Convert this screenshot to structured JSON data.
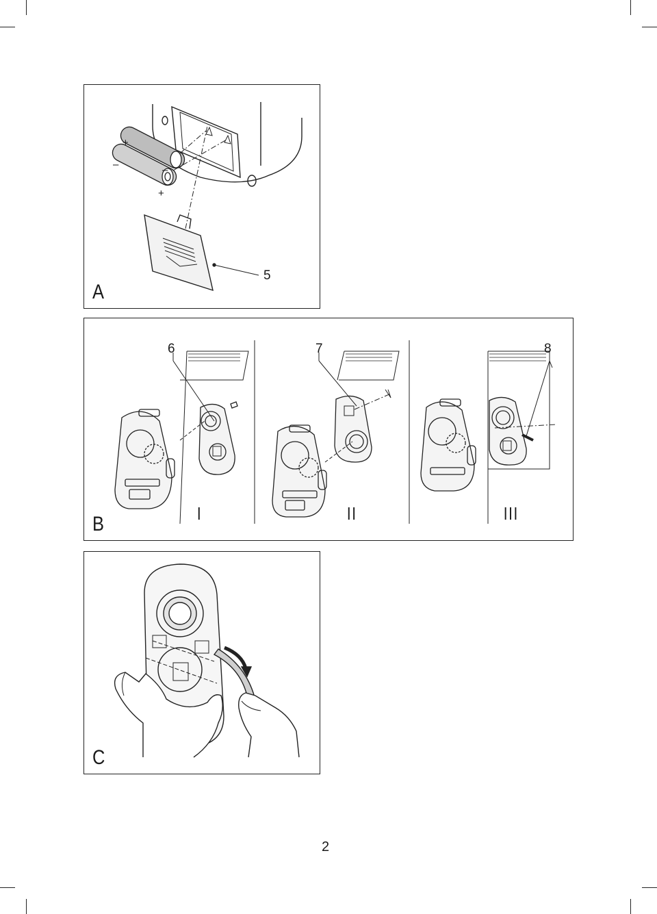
{
  "panels": {
    "a": {
      "letter": "A",
      "callouts": [
        "5"
      ]
    },
    "b": {
      "letter": "B",
      "callouts": [
        "6",
        "7",
        "8"
      ],
      "steps": [
        "I",
        "II",
        "III"
      ]
    },
    "c": {
      "letter": "C"
    }
  },
  "battery_marks": {
    "plus": "+",
    "minus": "–"
  },
  "page_number": "2"
}
